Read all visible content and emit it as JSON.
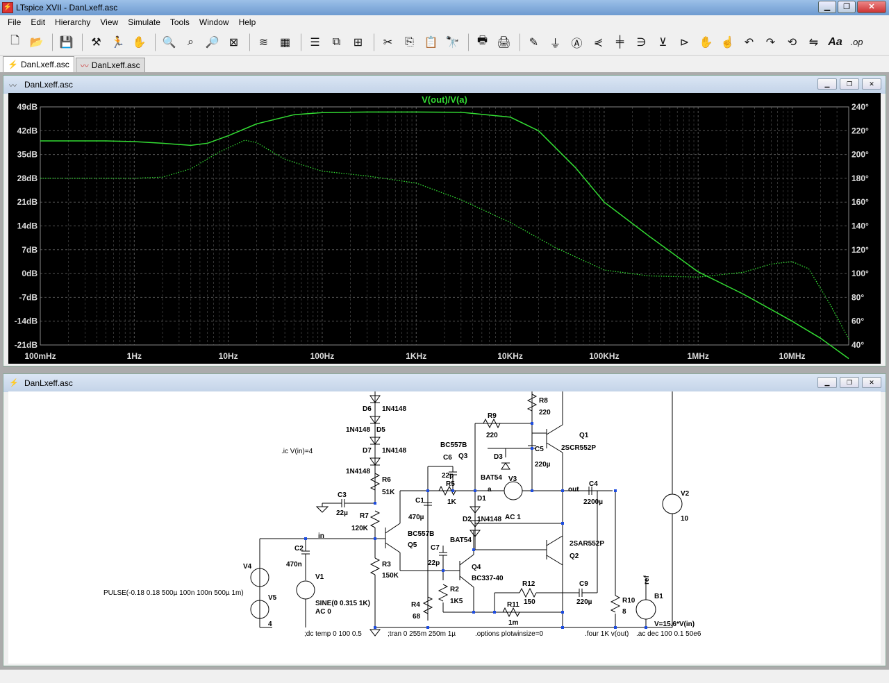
{
  "window": {
    "title": "LTspice XVII - DanLxeff.asc",
    "icon": "ltspice-icon"
  },
  "menu": [
    "File",
    "Edit",
    "Hierarchy",
    "View",
    "Simulate",
    "Tools",
    "Window",
    "Help"
  ],
  "toolbar": [
    "new-schematic",
    "open",
    "save",
    "control-panel",
    "run",
    "halt",
    "zoom-in",
    "pan",
    "zoom-out",
    "zoom-fit",
    "autoscale",
    "waveform-grid",
    "tile-horizontal",
    "cascade",
    "tile-vertical",
    "cut",
    "copy",
    "paste",
    "find",
    "print-setup",
    "print",
    "draw-wire",
    "ground",
    "label-net",
    "resistor",
    "capacitor",
    "inductor",
    "diode",
    "component",
    "move",
    "drag",
    "undo",
    "redo",
    "rotate",
    "mirror",
    "text",
    "spice-directive"
  ],
  "tabs": [
    {
      "label": "DanLxeff.asc",
      "icon": "schematic-icon",
      "active": true
    },
    {
      "label": "DanLxeff.asc",
      "icon": "waveform-icon",
      "active": false
    }
  ],
  "plot_window": {
    "title": "DanLxeff.asc"
  },
  "schematic_window": {
    "title": "DanLxeff.asc"
  },
  "chart_data": {
    "type": "line",
    "title": "V(out)/V(a)",
    "xscale": "log",
    "xlim": [
      0.1,
      40000000
    ],
    "x_ticks": [
      "100mHz",
      "1Hz",
      "10Hz",
      "100Hz",
      "1KHz",
      "10KHz",
      "100KHz",
      "1MHz",
      "10MHz"
    ],
    "y_left_ticks": [
      "49dB",
      "42dB",
      "35dB",
      "28dB",
      "21dB",
      "14dB",
      "7dB",
      "0dB",
      "-7dB",
      "-14dB",
      "-21dB"
    ],
    "y_left_lim": [
      -21,
      49
    ],
    "y_right_ticks": [
      "240°",
      "220°",
      "200°",
      "180°",
      "160°",
      "140°",
      "120°",
      "100°",
      "80°",
      "60°",
      "40°"
    ],
    "y_right_lim": [
      40,
      240
    ],
    "grid": true,
    "colors": {
      "trace": "#33dd33",
      "axis_text": "#dddddd",
      "title": "#33dd33",
      "background": "#000000",
      "grid": "#555555"
    },
    "series": [
      {
        "style": "solid",
        "axis": "left",
        "x": [
          0.1,
          0.5,
          1,
          2,
          4,
          6,
          10,
          20,
          50,
          100,
          300,
          1000,
          3000,
          10000,
          20000,
          50000,
          100000,
          300000,
          1000000,
          3000000,
          10000000,
          20000000,
          40000000
        ],
        "y": [
          39,
          39,
          38.8,
          38.3,
          37.7,
          38.3,
          40.5,
          44,
          46.7,
          47.3,
          47.5,
          47.5,
          47.4,
          46,
          42,
          31,
          21,
          11,
          0.5,
          -6,
          -14,
          -19,
          -25
        ]
      },
      {
        "style": "dotted",
        "axis": "right",
        "x": [
          0.1,
          0.5,
          1,
          2,
          4,
          8,
          15,
          20,
          40,
          100,
          300,
          1000,
          3000,
          10000,
          30000,
          100000,
          300000,
          1000000,
          3000000,
          6000000,
          10000000,
          15000000,
          25000000,
          40000000
        ],
        "y": [
          180,
          180,
          180,
          181,
          188,
          202,
          212,
          210,
          196,
          186,
          182,
          176,
          162,
          143,
          122,
          103,
          98,
          97,
          101,
          108,
          110,
          104,
          75,
          45
        ]
      }
    ]
  },
  "schematic": {
    "components": {
      "D6": "D6",
      "D6_model": "1N4148",
      "D5": "D5",
      "D5_model": "1N4148",
      "D7": "D7",
      "D7_model": "1N4148",
      "D4_model": "1N4148",
      "R6": "R6",
      "R6_value": "51K",
      "R7": "R7",
      "R7_value": "120K",
      "R3": "R3",
      "R3_value": "150K",
      "C3": "C3",
      "C3_value": "22µ",
      "C2": "C2",
      "C2_value": "470n",
      "V1": "V1",
      "V1_value": "SINE(0 0.315 1K)",
      "V1_ac": "AC 0",
      "V4": "V4",
      "V5": "V5",
      "V5_value": "4",
      "V4_value": "PULSE(-0.18 0.18 500µ 100n 100n 500µ 1m)",
      "Q5_model": "BC557B",
      "Q5": "Q5",
      "Q3_model": "BC557B",
      "Q3": "Q3",
      "C6": "C6",
      "C6_value": "22p",
      "R5": "R5",
      "R5_value": "1K",
      "C1": "C1",
      "C1_value": "470µ",
      "C7": "C7",
      "C7_value": "22p",
      "R4": "R4",
      "R4_value": "68",
      "R2": "R2",
      "R2_value": "1K5",
      "Q4": "Q4",
      "Q4_model": "BC337-40",
      "R9": "R9",
      "R9_value": "220",
      "D3": "D3",
      "D3_model": "BAT54",
      "D1": "D1",
      "D2": "D2",
      "D2_model": "1N4148",
      "D_bat54_2": "BAT54",
      "V3": "V3",
      "V3_ac": "AC 1",
      "R8": "R8",
      "R8_value": "220",
      "Q1": "Q1",
      "Q1_model": "2SCR552P",
      "C5": "C5",
      "C5_value": "220µ",
      "Q2": "Q2",
      "Q2_model": "2SAR552P",
      "C4": "C4",
      "C4_value": "2200µ",
      "R12": "R12",
      "R12_value": "150",
      "R11": "R11",
      "R11_value": "1m",
      "C9": "C9",
      "C9_value": "220µ",
      "R10": "R10",
      "R10_value": "8",
      "V2": "V2",
      "V2_value": "10",
      "B1": "B1",
      "B1_value": "V=15.6*V(in)"
    },
    "nets": {
      "in": "in",
      "a": "a",
      "out": "out",
      "ref": "ref"
    },
    "directives": {
      "ic": ".ic V(in)=4",
      "dc": ";dc temp 0 100 0.5",
      "tran": ";tran 0 255m 250m 1µ",
      "options": ".options plotwinsize=0",
      "four": ".four 1K v(out)",
      "ac": ".ac dec 100 0.1 50e6"
    }
  }
}
